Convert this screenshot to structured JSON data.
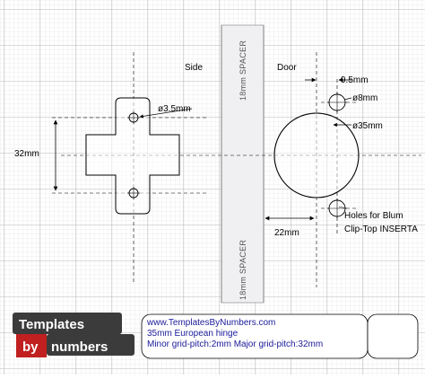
{
  "labels": {
    "side": "Side",
    "door": "Door",
    "spacer_top": "18mm SPACER",
    "spacer_bottom": "18mm SPACER",
    "d35_small": "ø3.5mm",
    "height_32": "32mm",
    "d8": "ø8mm",
    "offset_95": "9.5mm",
    "d35_cup": "ø35mm",
    "depth_22": "22mm",
    "holes_line1": "Holes for Blum",
    "holes_line2": "Clip-Top INSERTA"
  },
  "logo": {
    "word_templates": "Templates",
    "word_by": "by",
    "word_numbers": "numbers"
  },
  "info": {
    "url": "www.TemplatesByNumbers.com",
    "title": "35mm European hinge",
    "grid": "Minor grid-pitch:2mm  Major grid-pitch:32mm"
  },
  "colors": {
    "grid_minor": "#d7d7d7",
    "grid_major": "#a9a9a9",
    "spacer_fill": "#f0f0f2",
    "logo_bg": "#3a3a3a",
    "logo_red": "#c0201f",
    "info_text": "#1a1a99"
  }
}
